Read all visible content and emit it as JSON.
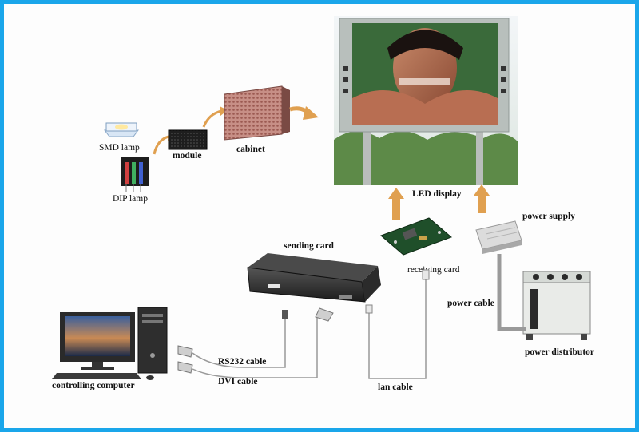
{
  "labels": {
    "smd_lamp": "SMD lamp",
    "dip_lamp": "DIP  lamp",
    "module": "module",
    "cabinet": "cabinet",
    "led_display": "LED display",
    "power_supply": "power supply",
    "sending_card": "sending card",
    "receiving_card": "receiving card",
    "power_cable": "power cable",
    "power_distributor": "power distributor",
    "rs232_cable": "RS232 cable",
    "dvi_cable": "DVI cable",
    "lan_cable": "lan cable",
    "controlling_computer": "controlling computer"
  },
  "colors": {
    "frame_border": "#1aa6ea",
    "arrow_orange": "#e0a050",
    "cable_gray": "#9a9a9a",
    "cabinet_red": "#b0706a",
    "device_dark": "#2a2a2a"
  }
}
